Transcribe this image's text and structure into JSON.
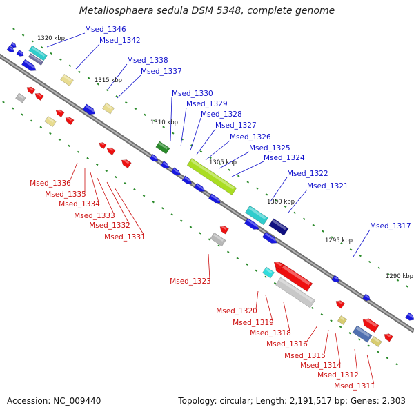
{
  "title": "Metallosphaera sedula DSM 5348, complete genome",
  "footer": {
    "accession": "Accession: NC_009440",
    "summary": "Topology: circular; Length: 2,191,517 bp; Genes: 2,303"
  },
  "colors": {
    "backbone": "#8a8a8a",
    "forward_label": "#1010cc",
    "reverse_label": "#cc1010",
    "forward_gene": "#1818e0",
    "reverse_gene": "#ee1010",
    "tick": "#2a8a2a"
  },
  "kbp_ticks": [
    "1320 kbp",
    "1315 kbp",
    "1310 kbp",
    "1305 kbp",
    "1300 kbp",
    "1295 kbp",
    "1290 kbp"
  ],
  "forward_labels": [
    "Msed_1346",
    "Msed_1342",
    "Msed_1338",
    "Msed_1337",
    "Msed_1330",
    "Msed_1329",
    "Msed_1328",
    "Msed_1327",
    "Msed_1326",
    "Msed_1325",
    "Msed_1324",
    "Msed_1322",
    "Msed_1321",
    "Msed_1317"
  ],
  "reverse_labels": [
    "Msed_1336",
    "Msed_1335",
    "Msed_1334",
    "Msed_1333",
    "Msed_1332",
    "Msed_1331",
    "Msed_1323",
    "Msed_1320",
    "Msed_1319",
    "Msed_1318",
    "Msed_1316",
    "Msed_1315",
    "Msed_1314",
    "Msed_1312",
    "Msed_1311"
  ]
}
